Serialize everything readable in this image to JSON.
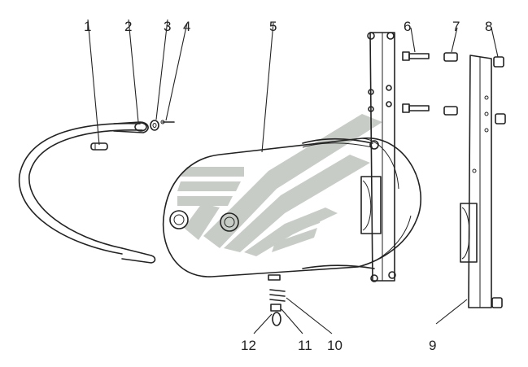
{
  "callouts": [
    {
      "id": "1",
      "label": "1"
    },
    {
      "id": "2",
      "label": "2"
    },
    {
      "id": "3",
      "label": "3"
    },
    {
      "id": "4",
      "label": "4"
    },
    {
      "id": "5",
      "label": "5"
    },
    {
      "id": "6",
      "label": "6"
    },
    {
      "id": "7",
      "label": "7"
    },
    {
      "id": "8",
      "label": "8"
    },
    {
      "id": "9",
      "label": "9"
    },
    {
      "id": "10",
      "label": "10"
    },
    {
      "id": "11",
      "label": "11"
    },
    {
      "id": "12",
      "label": "12"
    }
  ],
  "colors": {
    "line": "#222222",
    "watermark": "#9aa39a",
    "background": "#ffffff"
  },
  "watermark": {
    "icon": "chevron-logo-watermark"
  }
}
